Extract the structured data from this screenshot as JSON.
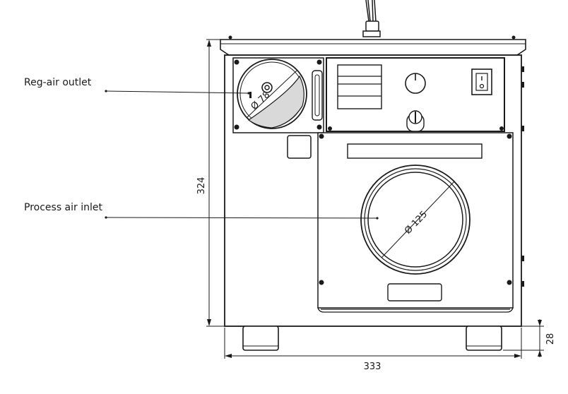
{
  "labels": {
    "reg_air_outlet": "Reg-air outlet",
    "process_air_inlet": "Process air inlet"
  },
  "dimensions": {
    "height": "324",
    "width": "333",
    "feet_height": "28",
    "reg_outlet_diameter": "Ø 78",
    "process_inlet_diameter": "Ø 125"
  }
}
